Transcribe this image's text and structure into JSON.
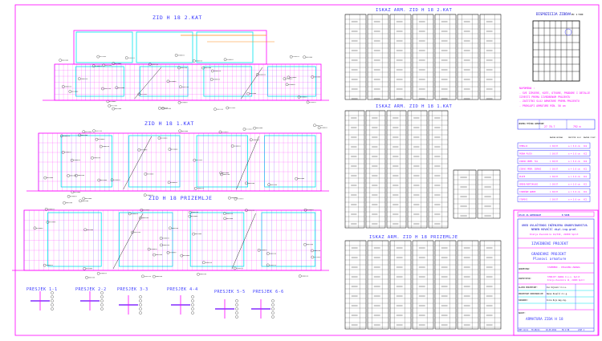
{
  "drawings": {
    "wall_2kat": "ZID H 18 2.KAT",
    "wall_1kat": "ZID H 18 1.KAT",
    "wall_prizemlje": "ZID H 18 PRIZEMLJE"
  },
  "schedules": {
    "s2kat": "ISKAZ ARM. ZID H 18 2.KAT",
    "s1kat": "ISKAZ ARM. ZID H 18 1.KAT",
    "sprizemlje": "ISKAZ ARM. ZID H 18 PRIZEMLJE"
  },
  "sections": [
    "PRESJEK 1-1",
    "PRESJEK 2-2",
    "PRESJEK 3-3",
    "PRESJEK 4-4",
    "PRESJEK 5-5",
    "PRESJEK 6-6"
  ],
  "plan": {
    "title": "DISPOZICIJA ZIDOVA",
    "scale": "MJ 1:500"
  },
  "notes": {
    "heading": "NAPOMENA :",
    "lines": [
      "- SVE IZMJERE, KOTE, OTVORE, PRODORE I DETALJE",
      "  IZVESTI PREMA IZVEDBENOM PROJEKTU",
      "- ZAŠTITNI SLOJ ARMATURE PREMA PROJEKTU",
      "- PREKLOPI ARMATURE MIN. 50 cm"
    ]
  },
  "materials": {
    "headers": [
      "",
      "RAZRED BETONA",
      "ZAŠTITNI SLOJ",
      "RAZRED IZLOŽ."
    ],
    "rows": [
      [
        "TEMELJI",
        "C 30/37",
        "a = 5.0 cm",
        "XC2"
      ],
      [
        "PODNA PLOČA",
        "C 30/37",
        "a = 3.0 cm",
        "XC2"
      ],
      [
        "ZIDOVI PREM. TLU",
        "C 30/37",
        "a = 5.0 cm",
        "XC4"
      ],
      [
        "ZIDOVI PREM. ZGRADI",
        "C 30/37",
        "a = 3.0 cm",
        "XC1"
      ],
      [
        "PLOČE",
        "C 30/37",
        "a = 3.0 cm",
        "XC1"
      ],
      [
        "GREDE/VERTIKALNI",
        "C 30/37",
        "a = 3.0 cm",
        "XC1"
      ],
      [
        "STUBIŠNE GREDE",
        "C 30/37",
        "a = 3.0 cm",
        "XC1"
      ],
      [
        "STUPOVI",
        "C 30/37",
        "a = 3.0 cm",
        "XC1"
      ]
    ],
    "summary": [
      "UKUPNA TEŽINA ARMATURE",
      "27 70.7",
      "792 m"
    ]
  },
  "title_block": {
    "scale_row": [
      "CELIK ZA ARMIRANJE",
      "B 500B"
    ],
    "office": "URED OVLAŠTENOG INŽENJERA GRAĐEVINARSTVA",
    "engineer": "NENEN KOVAČIĆ dipl.ing.građ.",
    "address": "Kralja Zvonimira 14/XII, 21000 Split",
    "phase": "IZVEDBENI PROJEKT",
    "project": "GRAĐEVNI PROJEKT",
    "subtitle": "Planovi armature",
    "building_label": "GRAĐEVINA:",
    "building": "STAMBENO - POSLOVNA ZGRADA",
    "investor_label": "INVESTITOR:",
    "investor": "STROJIT JADRA d.o.o. Split",
    "investor_address": "Kralja Zvonimira 14, 21000 Split",
    "roles": [
      [
        "GLAVNI PROJEKTANT:",
        "Ivo Vojnović d.i.a."
      ],
      [
        "PROJEKTANT KONSTRUKCIJE:",
        "Nenen Kovačić d.i.g."
      ],
      [
        "SURADNIK:",
        "Ivica Dujo mag.ing."
      ]
    ],
    "drawing_label": "NACRT:",
    "drawing": "ARMATURA ZIDA H 18",
    "footer": [
      "ZOP 11/11",
      "TD-08/11",
      "10.03.2011",
      "MJ 1:50",
      "LIST 1"
    ]
  },
  "colors": {
    "frame": "#ff00ff",
    "text": "#3a3aff",
    "concrete": "#00e5ee",
    "accent": "#ff8c1a"
  }
}
